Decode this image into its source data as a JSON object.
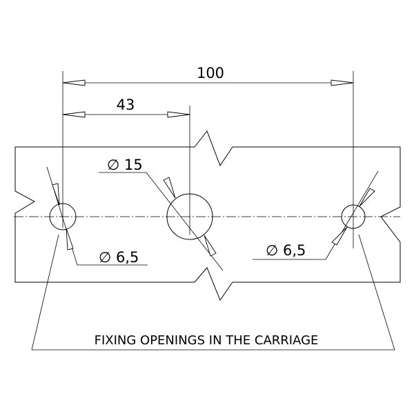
{
  "dimensions": {
    "overall": "100",
    "to_center": "43",
    "center_hole": "15",
    "left_hole": "6,5",
    "right_hole": "6,5"
  },
  "diameter_symbol": "∅",
  "caption": "FIXING OPENINGS IN THE CARRIAGE"
}
